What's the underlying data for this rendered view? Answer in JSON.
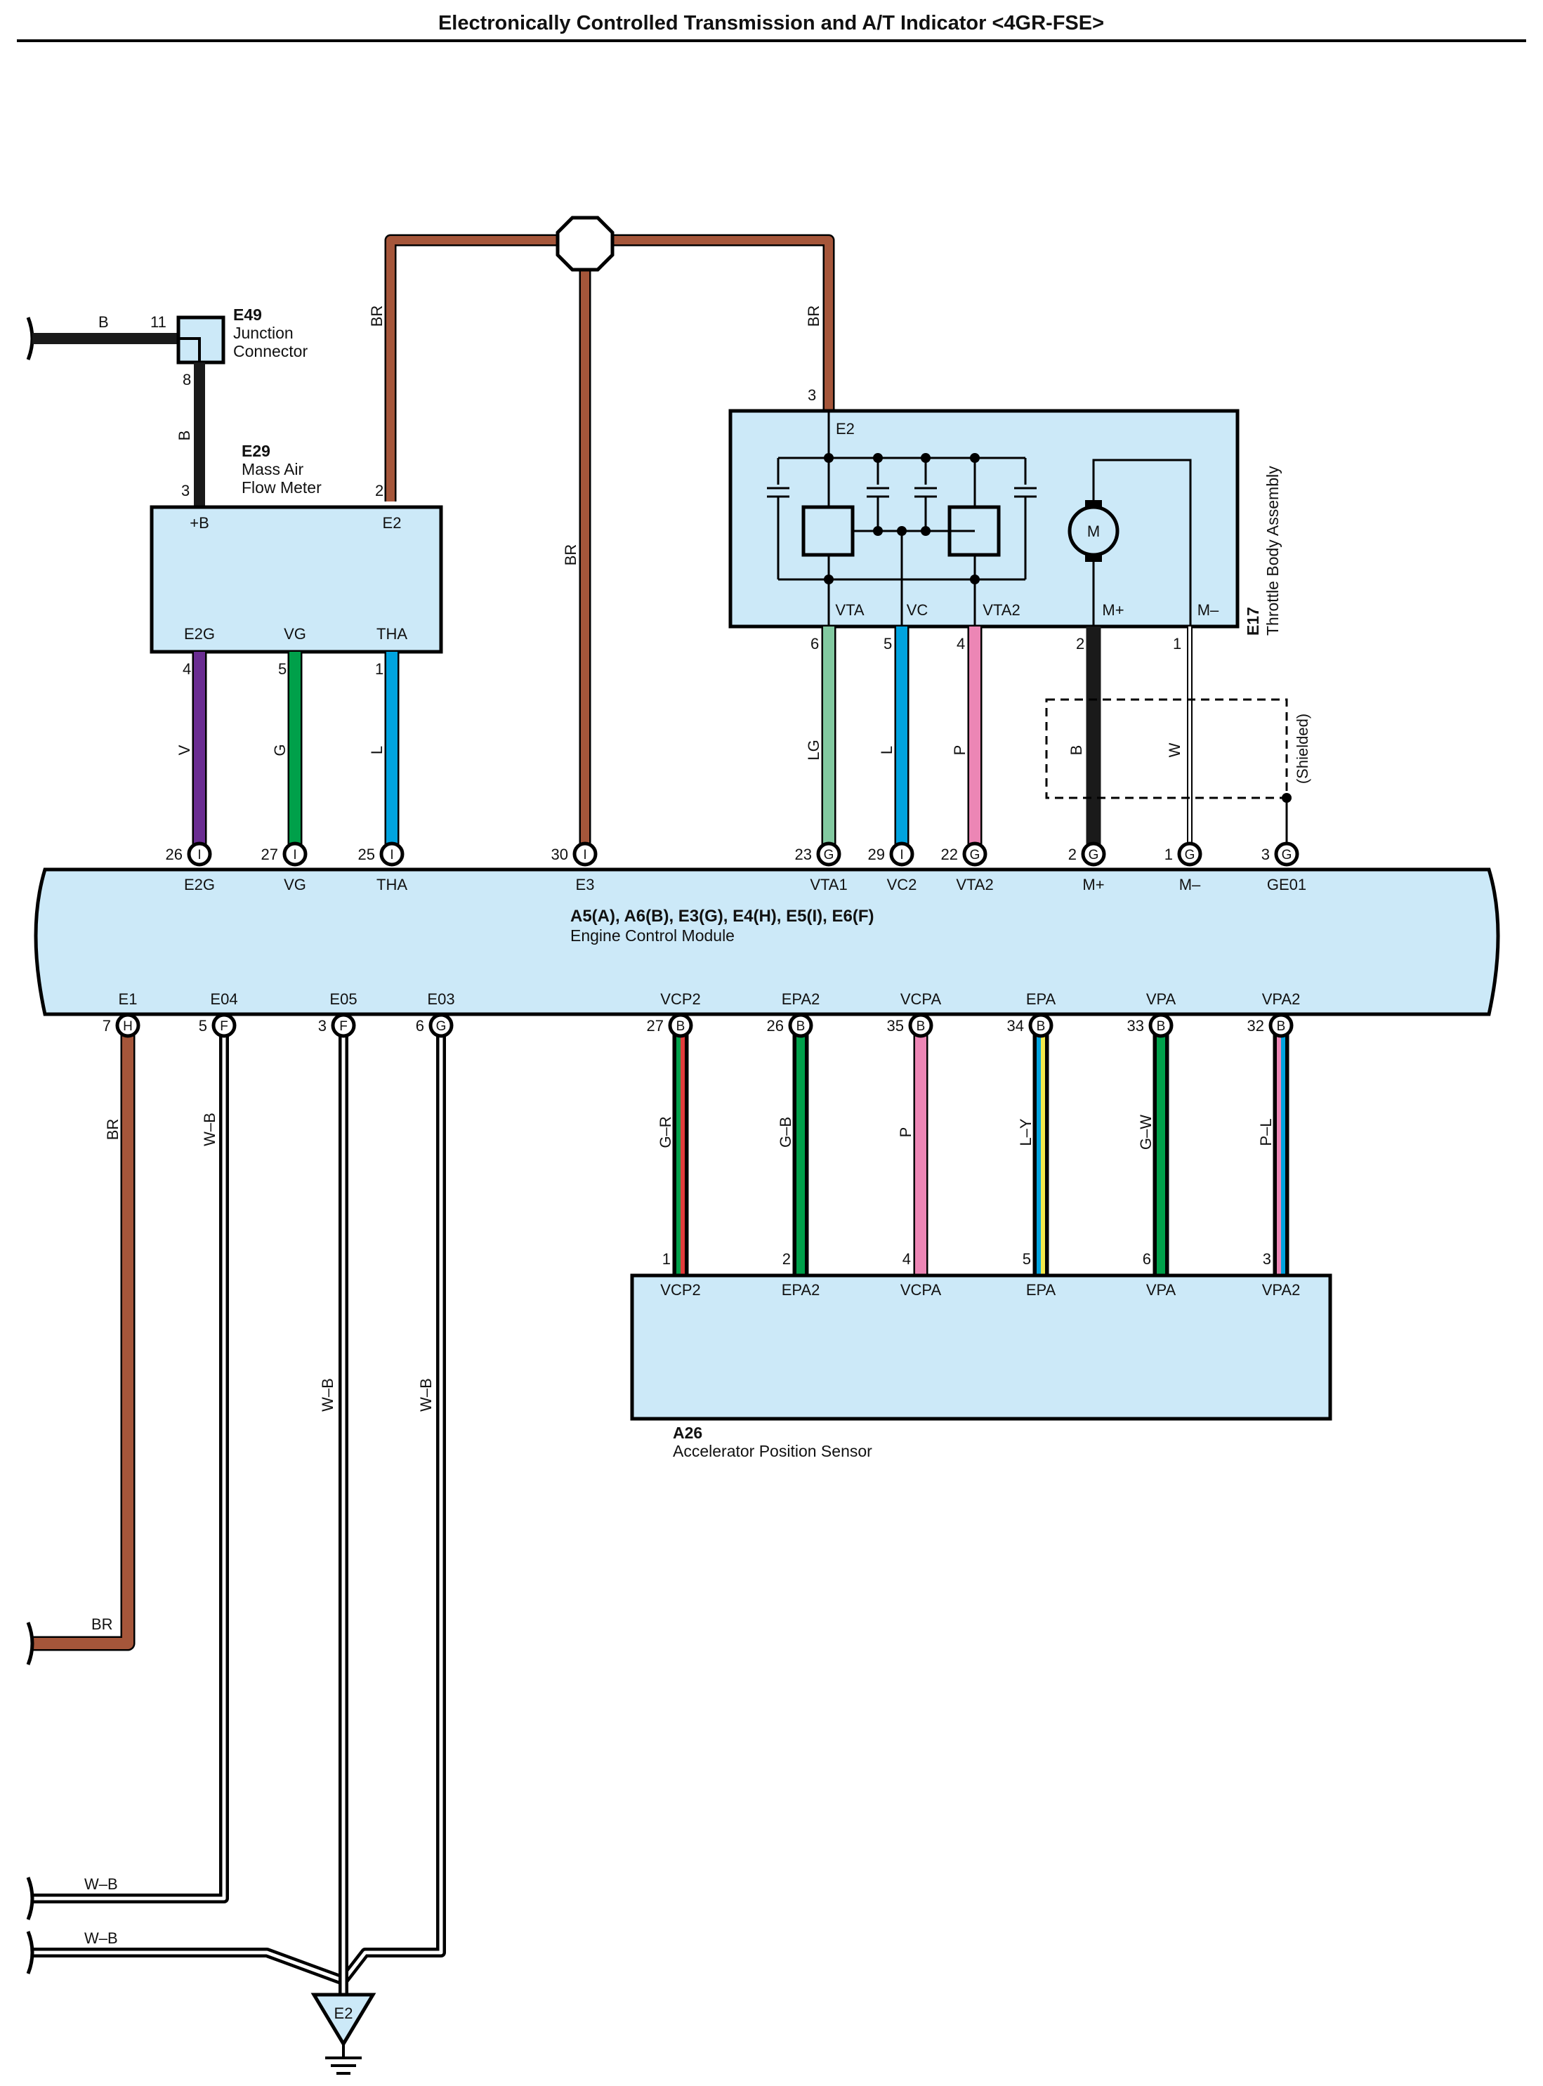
{
  "title": "Electronically Controlled Transmission and A/T Indicator <4GR-FSE>",
  "colors": {
    "BR": "#a5563a",
    "B": "#1a1a1a",
    "V": "#6a2c91",
    "G": "#00a04a",
    "L": "#00a3df",
    "LG": "#82c9a0",
    "P": "#ec86b5",
    "R": "#e23b3b",
    "Y": "#f2e84a",
    "W": "#ffffff",
    "box_fill": "#cce9f8"
  },
  "e49": {
    "code": "E49",
    "name_1": "Junction",
    "name_2": "Connector",
    "pin_in": "11",
    "pin_out": "8",
    "wire_in": "B"
  },
  "e29": {
    "code": "E29",
    "name_1": "Mass Air",
    "name_2": "Flow Meter",
    "pin_b": "3",
    "pin_e2": "2",
    "term_b": "+B",
    "term_e2": "E2",
    "term_e2g": "E2G",
    "term_vg": "VG",
    "term_tha": "THA",
    "pin_e2g": "4",
    "pin_vg": "5",
    "pin_tha": "1",
    "wire_b": "B",
    "wire_e2g": "V",
    "wire_vg": "G",
    "wire_tha": "L"
  },
  "splice": {
    "wire_left": "BR",
    "wire_center": "BR",
    "wire_right": "BR"
  },
  "e17": {
    "code": "E17",
    "name": "Throttle Body Assembly",
    "pin_e2": "3",
    "term_e2": "E2",
    "motor": "M",
    "term_vta": "VTA",
    "term_vc": "VC",
    "term_vta2": "VTA2",
    "term_mp": "M+",
    "term_mm": "M–",
    "pin_vta": "6",
    "pin_vc": "5",
    "pin_vta2": "4",
    "pin_mp": "2",
    "pin_mm": "1",
    "wire_vta": "LG",
    "wire_vc": "L",
    "wire_vta2": "P",
    "wire_mp": "B",
    "wire_mm": "W",
    "shield": "(Shielded)"
  },
  "ecm": {
    "title": "A5(A), A6(B), E3(G), E4(H), E5(I), E6(F)",
    "name": "Engine Control Module",
    "top_terminals": [
      {
        "pin": "26",
        "conn": "I",
        "label": "E2G"
      },
      {
        "pin": "27",
        "conn": "I",
        "label": "VG"
      },
      {
        "pin": "25",
        "conn": "I",
        "label": "THA"
      },
      {
        "pin": "30",
        "conn": "I",
        "label": "E3"
      },
      {
        "pin": "23",
        "conn": "G",
        "label": "VTA1"
      },
      {
        "pin": "29",
        "conn": "I",
        "label": "VC2"
      },
      {
        "pin": "22",
        "conn": "G",
        "label": "VTA2"
      },
      {
        "pin": "2",
        "conn": "G",
        "label": "M+"
      },
      {
        "pin": "1",
        "conn": "G",
        "label": "M–"
      },
      {
        "pin": "3",
        "conn": "G",
        "label": "GE01"
      }
    ],
    "bottom_terminals": [
      {
        "pin": "7",
        "conn": "H",
        "label": "E1"
      },
      {
        "pin": "5",
        "conn": "F",
        "label": "E04"
      },
      {
        "pin": "3",
        "conn": "F",
        "label": "E05"
      },
      {
        "pin": "6",
        "conn": "G",
        "label": "E03"
      },
      {
        "pin": "27",
        "conn": "B",
        "label": "VCP2"
      },
      {
        "pin": "26",
        "conn": "B",
        "label": "EPA2"
      },
      {
        "pin": "35",
        "conn": "B",
        "label": "VCPA"
      },
      {
        "pin": "34",
        "conn": "B",
        "label": "EPA"
      },
      {
        "pin": "33",
        "conn": "B",
        "label": "VPA"
      },
      {
        "pin": "32",
        "conn": "B",
        "label": "VPA2"
      }
    ]
  },
  "ground_wires": {
    "e1": "BR",
    "e04": "W–B",
    "e05": "W–B",
    "e03": "W–B",
    "br_off": "BR",
    "wb_off_1": "W–B",
    "wb_off_2": "W–B"
  },
  "ground": {
    "label": "E2"
  },
  "a26": {
    "code": "A26",
    "name": "Accelerator Position Sensor",
    "terminals": [
      {
        "pin": "1",
        "label": "VCP2",
        "wire": "G–R"
      },
      {
        "pin": "2",
        "label": "EPA2",
        "wire": "G–B"
      },
      {
        "pin": "4",
        "label": "VCPA",
        "wire": "P"
      },
      {
        "pin": "5",
        "label": "EPA",
        "wire": "L–Y"
      },
      {
        "pin": "6",
        "label": "VPA",
        "wire": "G–W"
      },
      {
        "pin": "3",
        "label": "VPA2",
        "wire": "P–L"
      }
    ]
  }
}
